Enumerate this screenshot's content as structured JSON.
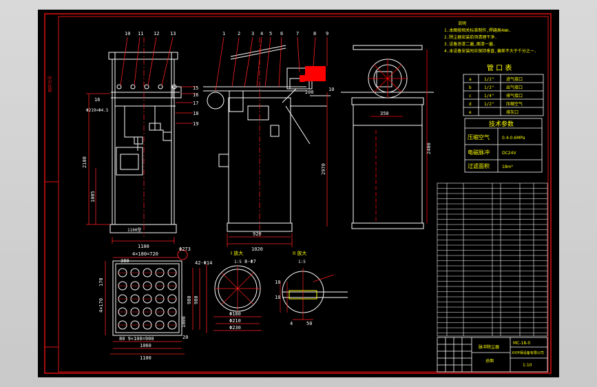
{
  "drawing": {
    "colors": {
      "frame": "#e01010",
      "line": "#ffffff",
      "note": "#ffff00",
      "dim": "#ff2020",
      "accent": "#ff0000",
      "table": "#ffffff",
      "cyan": "#00ffff"
    },
    "front_view": {
      "balloons": [
        "10",
        "11",
        "12",
        "13"
      ],
      "side_labels": [
        "15",
        "16",
        "17",
        "18",
        "19"
      ],
      "left_label": "16",
      "dims": {
        "height": "2100",
        "lower": "1005",
        "width": "1100",
        "label_base": "1100型",
        "pipe": "Φ219×Φ4.5"
      }
    },
    "side_view": {
      "balloons": [
        "1",
        "2",
        "3",
        "4",
        "5",
        "6",
        "7",
        "8",
        "9"
      ],
      "dims": {
        "box": "200",
        "height": "2970",
        "w1": "920",
        "w2": "1020",
        "right": "10"
      }
    },
    "right_view": {
      "dims": {
        "w": "350",
        "h": "2400"
      }
    },
    "notes": {
      "title": "说明",
      "lines": [
        "1.本图按相关标准制作,焊缝高4mm.",
        "2.除尘器安装前须清理干净.",
        "3.设备涂漆二遍,面漆一遍.",
        "4.本设备安装时应保持垂直,偏差不大于千分之一."
      ]
    },
    "nozzle_table": {
      "title": "管 口 表",
      "rows": [
        [
          "a",
          "1/2\"",
          "进气接口"
        ],
        [
          "b",
          "1/2\"",
          "出气接口"
        ],
        [
          "c",
          "1/4\"",
          "排气接口"
        ],
        [
          "d",
          "1/2\"",
          "压缩空气"
        ],
        [
          "e",
          "",
          "排灰口"
        ]
      ]
    },
    "param_table": {
      "title": "技术参数",
      "rows": [
        [
          "压缩空气",
          "0.4-0.6MPa"
        ],
        [
          "电磁脉冲",
          "DC24V"
        ],
        [
          "过滤面积",
          "18m²"
        ]
      ]
    },
    "plan_view": {
      "dims": {
        "top": "4×180=720",
        "c1": "380",
        "pipe": "Φ273",
        "holes": "42-Φ14",
        "left": "170",
        "left2": "4×170",
        "r1": "980",
        "r2": "980",
        "r3": "1000",
        "bottom1": "80 9×100=900",
        "bottom2": "1060",
        "bottom3": "1100",
        "b1": "20"
      }
    },
    "detail_a": {
      "title": "I 放大",
      "scale": "1:5",
      "label": "8-Φ7",
      "dims": [
        "Φ180",
        "Φ210",
        "Φ230"
      ]
    },
    "detail_b": {
      "title": "II 放大",
      "scale": "1:5",
      "dims": [
        "10",
        "10",
        "4",
        "50"
      ]
    },
    "title_block": {
      "name": "脉冲除尘器",
      "sub": "总图",
      "drawing_no": "MC-18-0",
      "company": "XX环保设备有限公司",
      "scale": "1:10"
    }
  }
}
